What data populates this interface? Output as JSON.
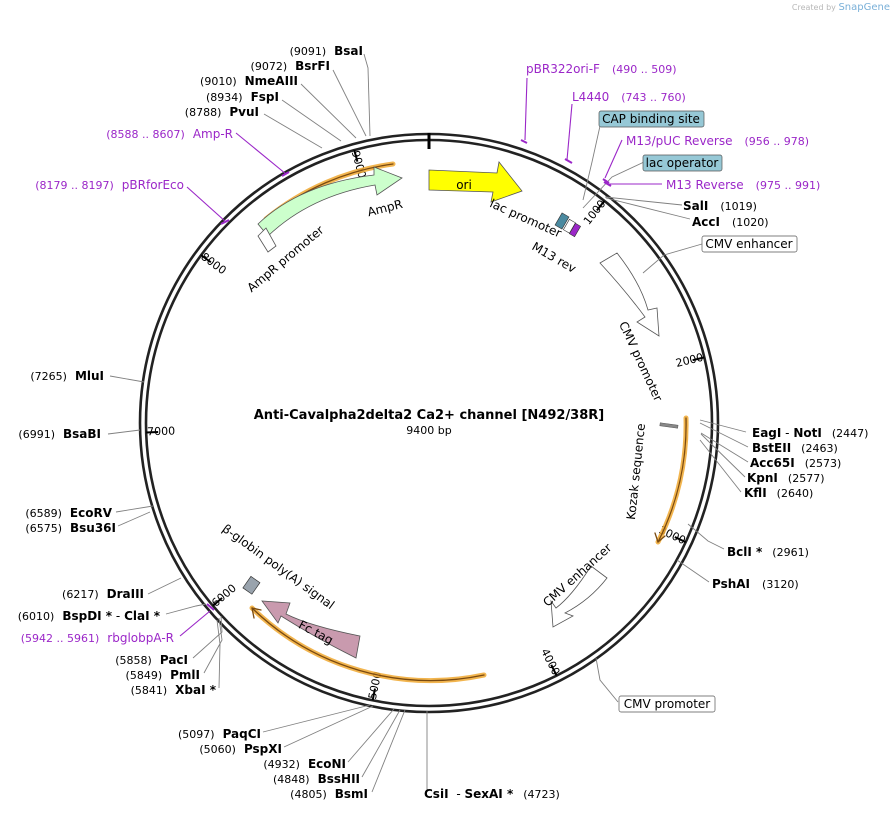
{
  "map": {
    "title": "Anti-Cavalpha2delta2 Ca2+ channel [N492/38R]",
    "length_label": "9400 bp",
    "total_bp": 9400
  },
  "watermark": {
    "prefix": "Created by",
    "brand": "SnapGene"
  },
  "colors": {
    "site": "#000000",
    "primer": "#9b27c8",
    "ori": "#ffff00",
    "ampr": "#ccffcc",
    "fc_tag": "#c99aae",
    "cap_box": "#96c8d6",
    "polyA": "#99a3ad",
    "feature_outline": "#555555",
    "orange_arc": "#f0a830"
  },
  "ticks": [
    {
      "label": "1000",
      "bp": 1000
    },
    {
      "label": "2000",
      "bp": 2000
    },
    {
      "label": "3000",
      "bp": 3000
    },
    {
      "label": "4000",
      "bp": 4000
    },
    {
      "label": "5000",
      "bp": 5000
    },
    {
      "label": "6000",
      "bp": 6000
    },
    {
      "label": "7000",
      "bp": 7000
    },
    {
      "label": "8000",
      "bp": 8000
    },
    {
      "label": "9000",
      "bp": 9000
    }
  ],
  "features": [
    {
      "name": "ori",
      "kind": "arrow",
      "color": "ori"
    },
    {
      "name": "AmpR",
      "kind": "arrow",
      "color": "ampr"
    },
    {
      "name": "AmpR promoter",
      "kind": "arrow",
      "color": "white"
    },
    {
      "name": "lac promoter",
      "kind": "box",
      "color": "white"
    },
    {
      "name": "M13 rev",
      "kind": "box",
      "color": "primer"
    },
    {
      "name": "CMV promoter",
      "kind": "arrow",
      "color": "white"
    },
    {
      "name": "Kozak sequence",
      "kind": "mark",
      "color": "white"
    },
    {
      "name": "CMV enhancer",
      "kind": "arrow",
      "color": "white"
    },
    {
      "name": "Fc tag",
      "kind": "arrow",
      "color": "fc_tag"
    },
    {
      "name": "β-globin poly(A) signal",
      "kind": "box",
      "color": "polyA"
    }
  ],
  "boxed_labels": [
    {
      "text": "CAP binding site",
      "fill": "#96c8d6"
    },
    {
      "text": "lac operator",
      "fill": "#96c8d6"
    },
    {
      "text": "CMV enhancer",
      "fill": "#ffffff"
    },
    {
      "text": "CMV promoter",
      "fill": "#ffffff"
    }
  ],
  "primers": [
    {
      "name": "pBR322ori-F",
      "range": "(490 .. 509)"
    },
    {
      "name": "L4440",
      "range": "(743 .. 760)"
    },
    {
      "name": "M13/pUC Reverse",
      "range": "(956 .. 978)"
    },
    {
      "name": "M13 Reverse",
      "range": "(975 .. 991)"
    },
    {
      "name": "Amp-R",
      "range": "(8588 .. 8607)"
    },
    {
      "name": "pBRforEco",
      "range": "(8179 .. 8197)"
    },
    {
      "name": "rbglobpA-R",
      "range": "(5942 .. 5961)"
    }
  ],
  "sites": [
    {
      "name": "BsaI",
      "pos": "(9091)"
    },
    {
      "name": "BsrFI",
      "pos": "(9072)"
    },
    {
      "name": "NmeAIII",
      "pos": "(9010)"
    },
    {
      "name": "FspI",
      "pos": "(8934)"
    },
    {
      "name": "PvuI",
      "pos": "(8788)"
    },
    {
      "name": "SalI",
      "pos": "(1019)"
    },
    {
      "name": "AccI",
      "pos": "(1020)"
    },
    {
      "name": "EagI",
      "sep": " - ",
      "name2": "NotI",
      "pos": "(2447)"
    },
    {
      "name": "BstEII",
      "pos": "(2463)"
    },
    {
      "name": "Acc65I",
      "pos": "(2573)"
    },
    {
      "name": "KpnI",
      "pos": "(2577)"
    },
    {
      "name": "KflI",
      "pos": "(2640)"
    },
    {
      "name": "BclI *",
      "pos": "(2961)"
    },
    {
      "name": "PshAI",
      "pos": "(3120)"
    },
    {
      "name": "CsiI",
      "sep": " - ",
      "name2": "SexAI *",
      "pos": "(4723)"
    },
    {
      "name": "BsmI",
      "pos": "(4805)"
    },
    {
      "name": "BssHII",
      "pos": "(4848)"
    },
    {
      "name": "EcoNI",
      "pos": "(4932)"
    },
    {
      "name": "PspXI",
      "pos": "(5060)"
    },
    {
      "name": "PaqCI",
      "pos": "(5097)"
    },
    {
      "name": "XbaI *",
      "pos": "(5841)"
    },
    {
      "name": "PmlI",
      "pos": "(5849)"
    },
    {
      "name": "PacI",
      "pos": "(5858)"
    },
    {
      "name": "BspDI *",
      "sep": " - ",
      "name2": "ClaI *",
      "pos": "(6010)"
    },
    {
      "name": "DraIII",
      "pos": "(6217)"
    },
    {
      "name": "Bsu36I",
      "pos": "(6575)"
    },
    {
      "name": "EcoRV",
      "pos": "(6589)"
    },
    {
      "name": "BsaBI",
      "pos": "(6991)"
    },
    {
      "name": "MluI",
      "pos": "(7265)"
    }
  ]
}
